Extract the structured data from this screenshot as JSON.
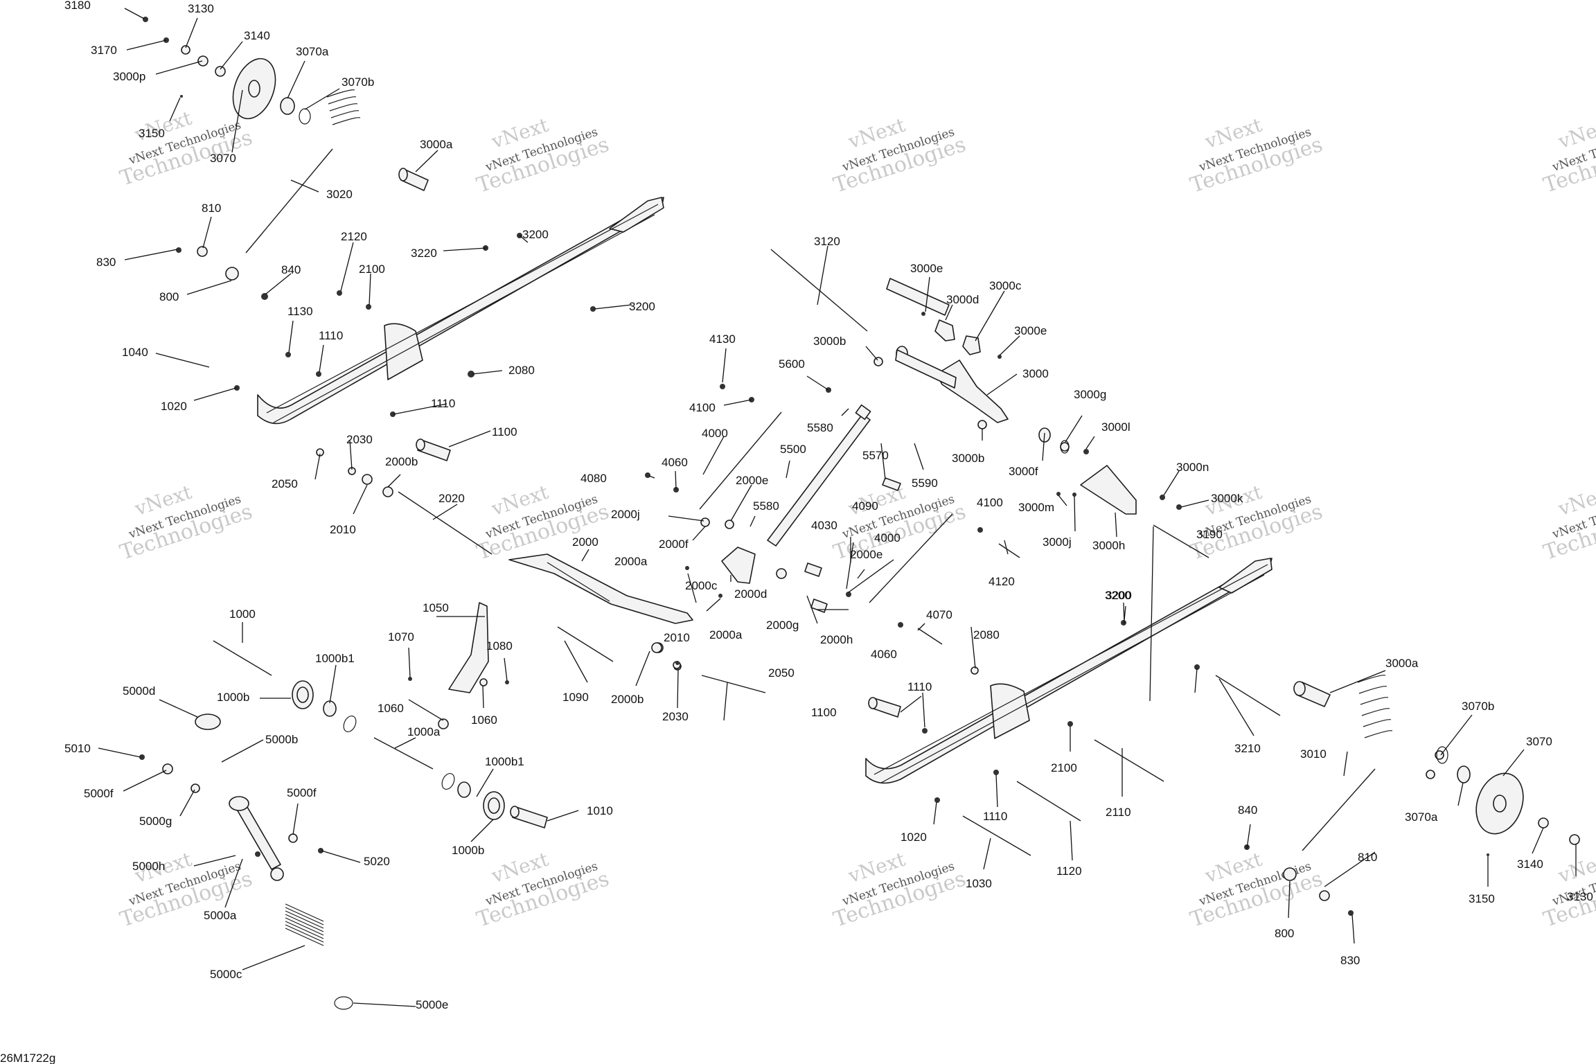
{
  "diagram_code": "26M1722g",
  "watermark": {
    "line1": "vNext",
    "line2": "vNext Technologies",
    "line3": "Technologies"
  },
  "labels": [
    "3180",
    "3130",
    "3170",
    "3140",
    "3000p",
    "3070a",
    "3070b",
    "3150",
    "3070",
    "3020",
    "3000a",
    "810",
    "830",
    "800",
    "840",
    "2120",
    "2100",
    "3220",
    "3200",
    "3200",
    "1130",
    "1110",
    "1040",
    "1020",
    "2080",
    "1110",
    "1100",
    "2030",
    "2050",
    "2000b",
    "2010",
    "2020",
    "2000",
    "3120",
    "3000e",
    "3000d",
    "3000c",
    "3000e",
    "3000b",
    "3000",
    "4130",
    "5600",
    "4100",
    "5580",
    "4000",
    "5500",
    "5570",
    "5590",
    "3000b",
    "3000g",
    "3000l",
    "3000f",
    "3000n",
    "3000k",
    "3000m",
    "3000j",
    "3000h",
    "3190",
    "4080",
    "4060",
    "2000e",
    "5580",
    "2000j",
    "2000f",
    "4090",
    "4030",
    "4000",
    "4100",
    "2000e",
    "2000a",
    "2000c",
    "2000d",
    "2000g",
    "2000h",
    "4120",
    "3200",
    "1000",
    "1050",
    "1070",
    "1080",
    "1000b1",
    "5000d",
    "1000b",
    "1060",
    "1060",
    "5010",
    "5000b",
    "1000a",
    "5000f",
    "5000g",
    "5000f",
    "1000b1",
    "1010",
    "1000b",
    "5000h",
    "5020",
    "5000a",
    "5000c",
    "5000e",
    "1090",
    "2000b",
    "2010",
    "2030",
    "2000a",
    "2050",
    "4060",
    "4070",
    "2080",
    "1110",
    "1100",
    "3200",
    "3000a",
    "3210",
    "3010",
    "3070b",
    "3070",
    "2100",
    "2110",
    "1020",
    "1110",
    "1120",
    "1030",
    "840",
    "810",
    "3070a",
    "3140",
    "3150",
    "800",
    "830",
    "3130"
  ]
}
